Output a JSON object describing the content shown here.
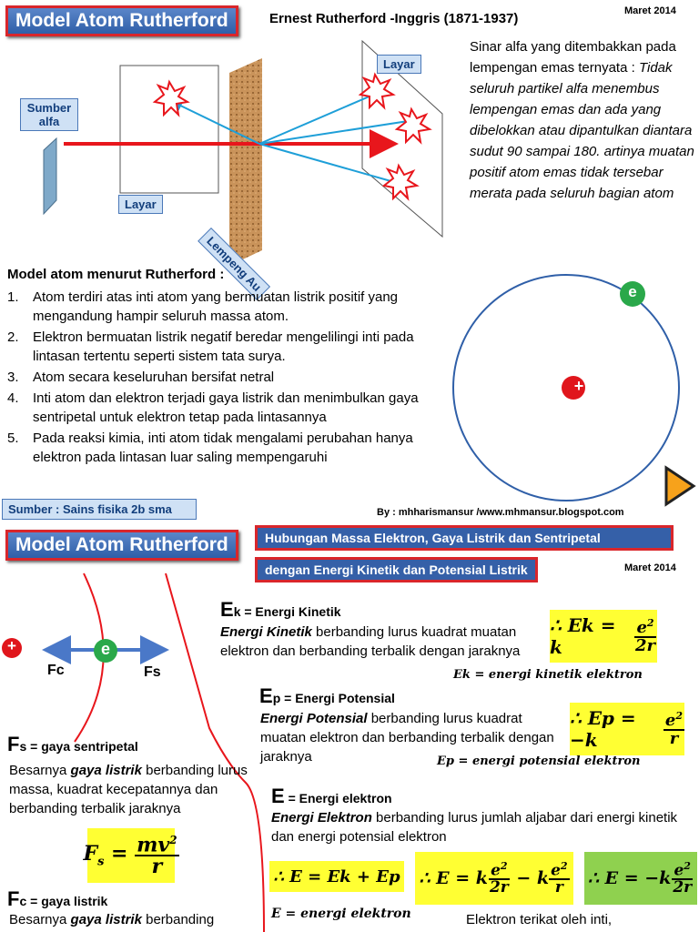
{
  "top": {
    "title": "Model Atom Rutherford",
    "person": "Ernest Rutherford -Inggris (1871-1937)",
    "date": "Maret 2014",
    "labels": {
      "sumber": "Sumber alfa",
      "layar_left": "Layar",
      "layar_right": "Layar",
      "lempeng": "Lempeng Au"
    },
    "desc_normal": "Sinar alfa yang ditembakkan pada lempengan emas ternyata : ",
    "desc_italic": "Tidak seluruh partikel alfa menembus lempengan emas dan ada yang dibelokkan atau dipantulkan diantara sudut 90 sampai 180. artinya muatan positif atom emas tidak tersebar merata pada seluruh bagian atom",
    "model_heading": "Model atom menurut Rutherford :",
    "points": [
      {
        "n": "1.",
        "text": "Atom terdiri atas inti atom yang bermuatan listrik positif yang mengandung hampir seluruh massa atom."
      },
      {
        "n": "2.",
        "text": "Elektron bermuatan listrik negatif beredar mengelilingi inti pada lintasan tertentu seperti sistem tata surya."
      },
      {
        "n": "3.",
        "text": "Atom secara keseluruhan bersifat netral"
      },
      {
        "n": "4.",
        "text": "Inti atom dan elektron terjadi  gaya listrik dan menimbulkan gaya sentripetal untuk elektron tetap pada lintasannya"
      },
      {
        "n": "5.",
        "text": "Pada reaksi kimia, inti atom tidak mengalami perubahan hanya elektron pada lintasan luar saling mempengaruhi"
      }
    ],
    "electron": "e",
    "nucleus": "+",
    "source": "Sumber : Sains fisika 2b sma",
    "author": "By : mhharismansur /www.mhmansur.blogspot.com",
    "colors": {
      "title_bg": "#2f5fa8",
      "border": "#d9262b",
      "electron": "#2aa84a",
      "nucleus": "#e0161c"
    }
  },
  "bottom": {
    "title": "Model Atom Rutherford",
    "subtitle1": "Hubungan Massa Elektron, Gaya Listrik dan Sentripetal",
    "subtitle2": "dengan Energi Kinetik dan Potensial Listrik",
    "date": "Maret 2014",
    "fc": "Fc",
    "fs": "Fs",
    "electron": "e",
    "nucleus": "+",
    "ek": {
      "big": "E",
      "head": "k = Energi Kinetik",
      "bold_it": "Energi Kinetik",
      "text": " berbanding lurus kuadrat muatan elektron dan berbanding terbalik dengan jaraknya",
      "note": "Ek = energi kinetik elektron"
    },
    "ep": {
      "big": "E",
      "head": "p = Energi Potensial",
      "bold_it": "Energi Potensial",
      "text": " berbanding lurus kuadrat muatan elektron dan berbanding terbalik dengan jaraknya",
      "note": "Ep = energi potensial elektron"
    },
    "fs_block": {
      "big": "F",
      "head": "s = gaya sentripetal",
      "t1": "Besarnya ",
      "bold_it": "gaya listrik",
      "t2": " berbanding lurus massa, kuadrat kecepatannya dan berbanding terbalik jaraknya"
    },
    "fc_block": {
      "big": "F",
      "head": "c = gaya listrik",
      "t1": "Besarnya ",
      "bold_it": "gaya listrik",
      "t2": " berbanding"
    },
    "e_block": {
      "big": "E",
      "head": " = Energi elektron",
      "bold_it": "Energi Elektron",
      "text": " berbanding lurus jumlah aljabar dari energi kinetik dan energi potensial  elektron",
      "note": "E = energi elektron",
      "bound": "Elektron terikat oleh inti,"
    }
  }
}
